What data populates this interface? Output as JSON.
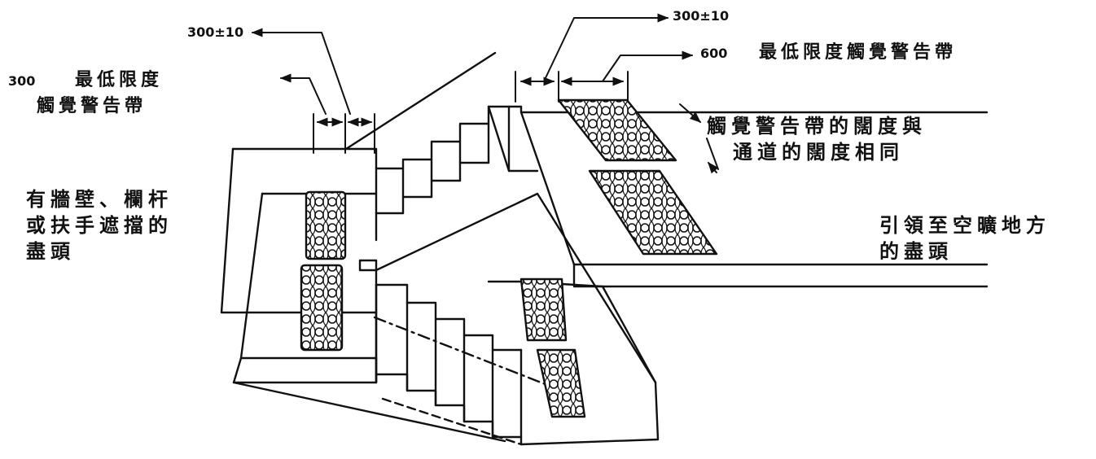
{
  "labels": {
    "dim_left_top": "300±10",
    "dim_left_300": "300",
    "left_band_line1": "最低限度",
    "left_band_line2": "觸覺警告帶",
    "dim_right_top": "300±10",
    "dim_right_600": "600",
    "right_band": "最低限度觸覺警告帶",
    "width_note_line1": "觸覺警告帶的闊度與",
    "width_note_line2": "通道的闊度相同",
    "wall_end_line1": "有牆壁、欄杆",
    "wall_end_line2": "或扶手遮擋的",
    "wall_end_line3": "盡頭",
    "open_end_line1": "引領至空曠地方",
    "open_end_line2": "的盡頭"
  },
  "colors": {
    "ink": "#111111",
    "background": "#ffffff"
  }
}
